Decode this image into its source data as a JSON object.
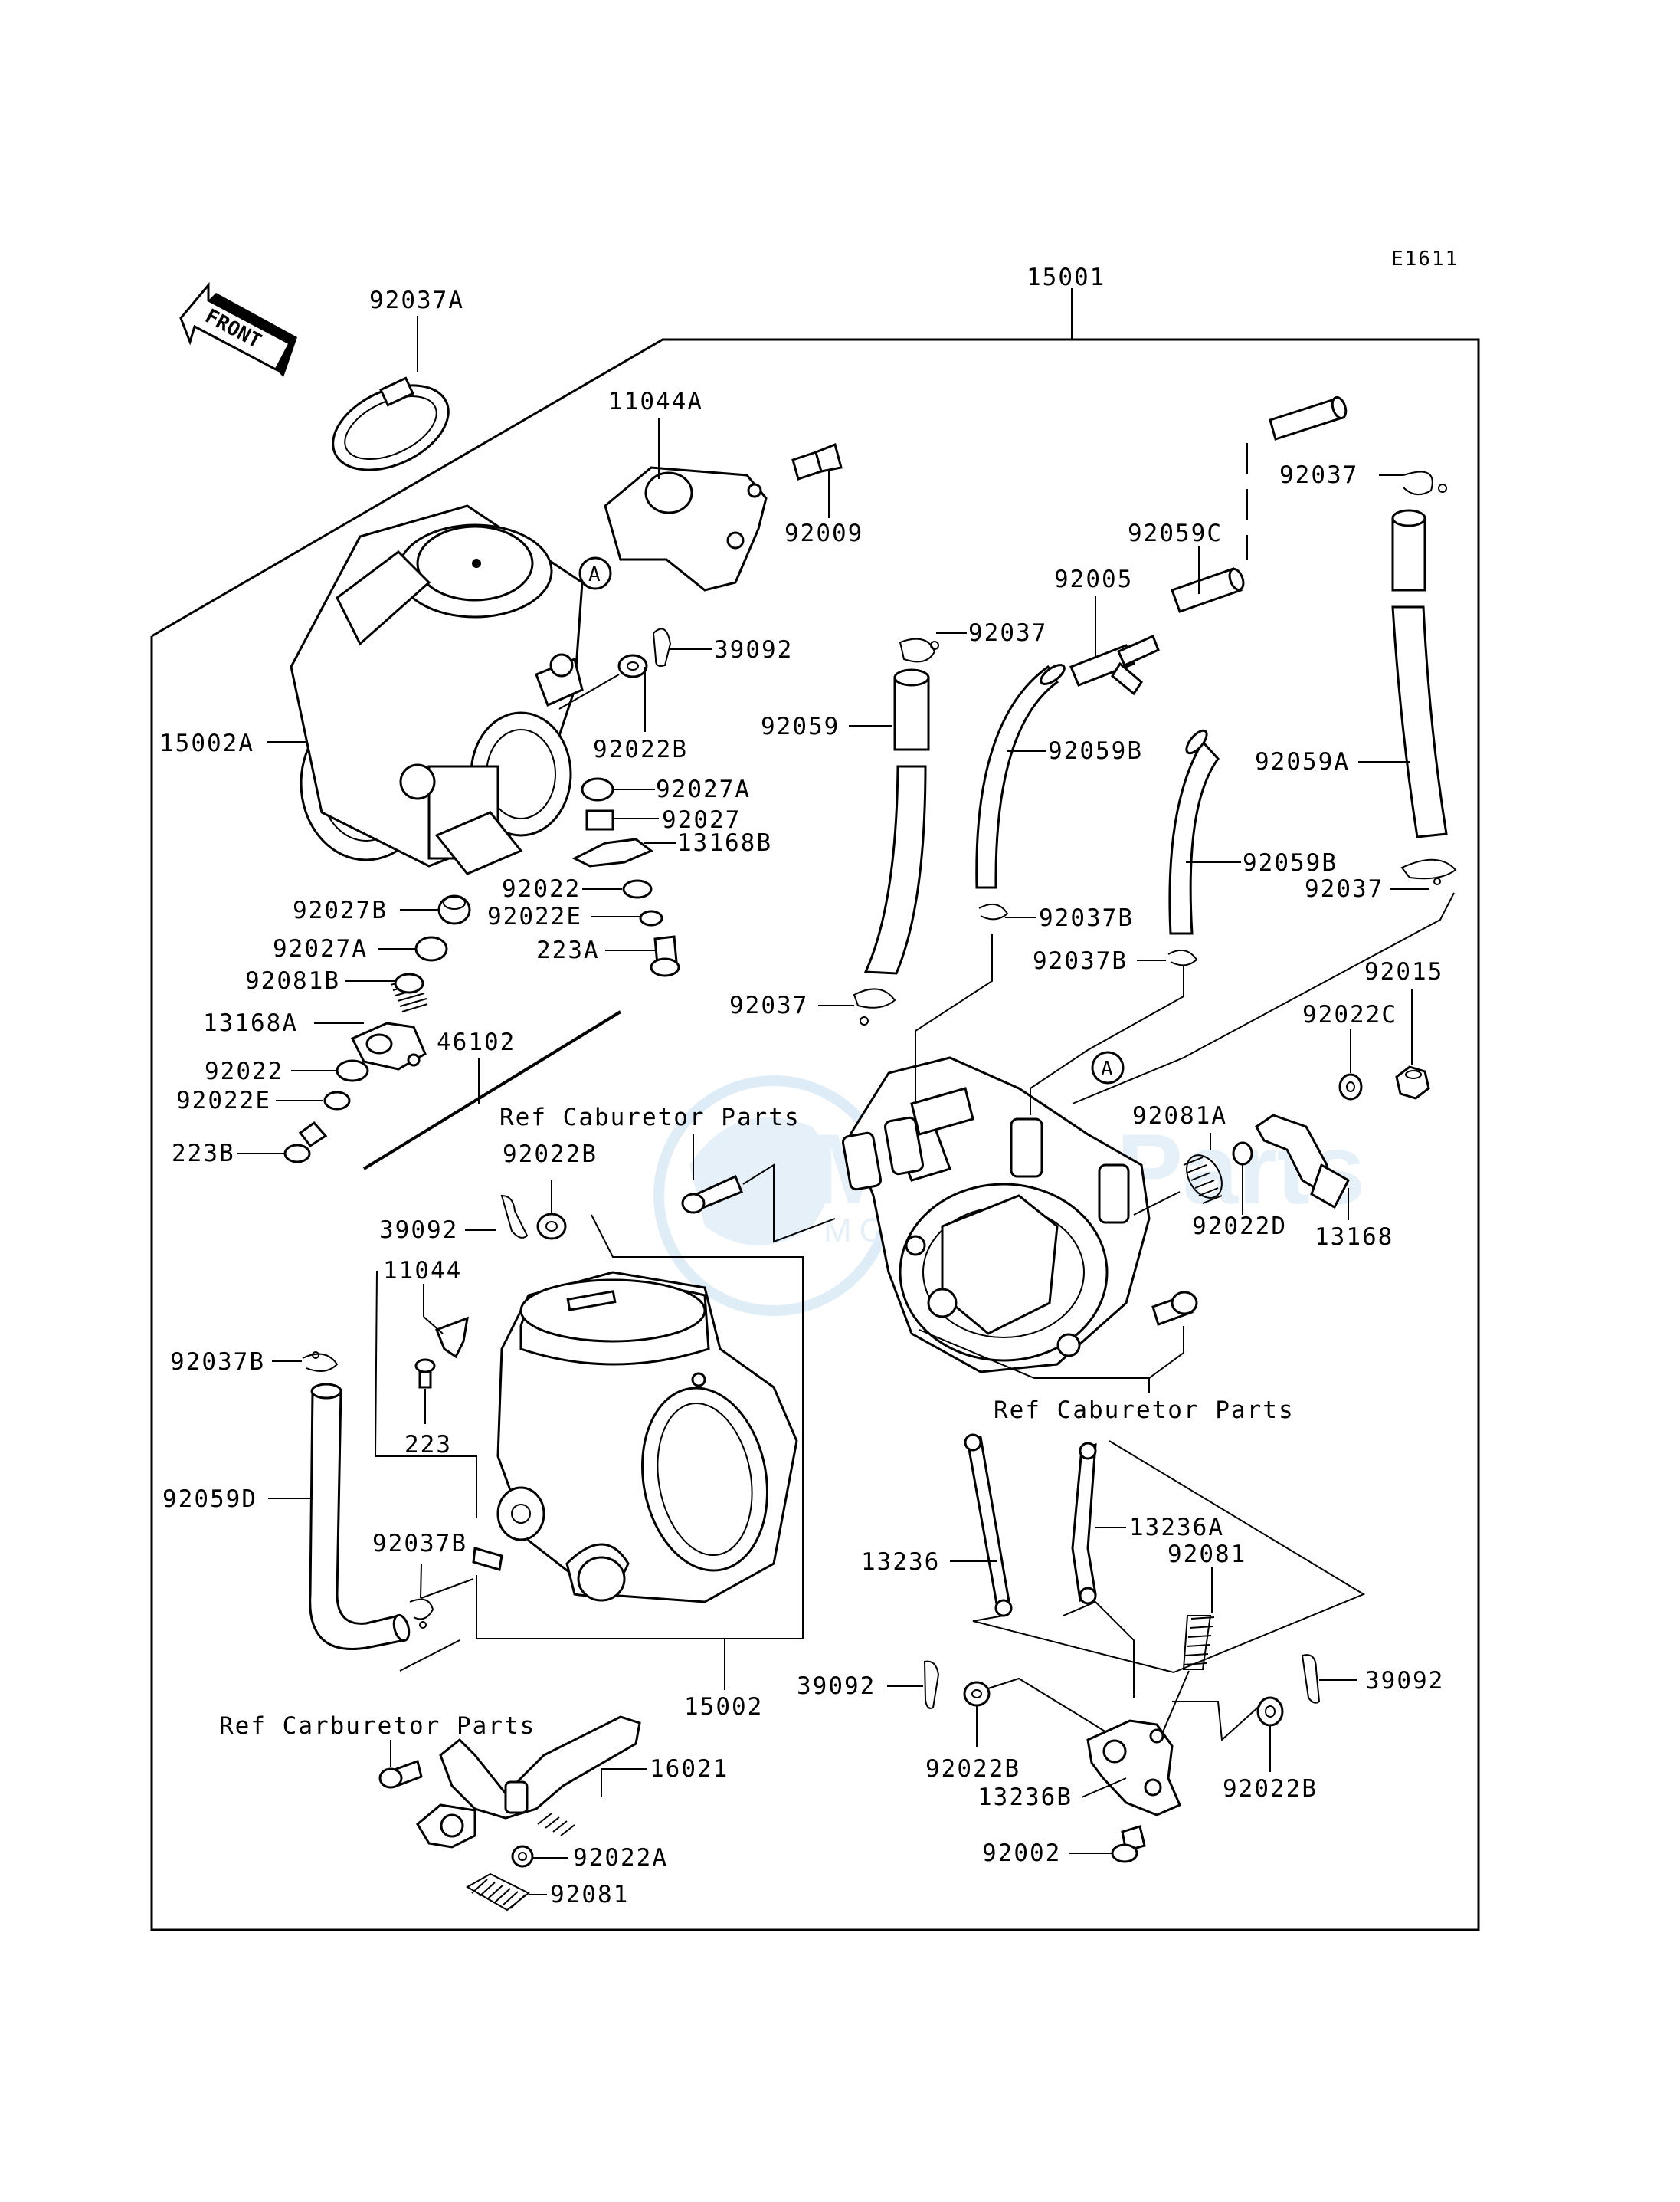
{
  "diagram": {
    "code": "E1611",
    "front_label": "FRONT",
    "ref_marker": "A",
    "watermark": {
      "title": "Motor Parts",
      "subtitle": "MOTOR PARTS"
    },
    "labels": {
      "p15001": "15001",
      "p92037A": "92037A",
      "p11044A": "11044A",
      "p92009": "92009",
      "p92037_top": "92037",
      "p92059C": "92059C",
      "p92005": "92005",
      "p92037_mid": "92037",
      "p39092_top": "39092",
      "p92022B_top": "92022B",
      "p15002A": "15002A",
      "p92059": "92059",
      "p92059B_top": "92059B",
      "p92059A": "92059A",
      "p92027A_top": "92027A",
      "p92027": "92027",
      "p13168B": "13168B",
      "p92059B_low": "92059B",
      "p92037_right": "92037",
      "p92022": "92022",
      "p92027B": "92027B",
      "p92022E": "92022E",
      "p92037B_a": "92037B",
      "p92027A_low": "92027A",
      "p223A": "223A",
      "p92037B_b": "92037B",
      "p92081B": "92081B",
      "p92015": "92015",
      "p92037_left": "92037",
      "p92022C": "92022C",
      "p13168A": "13168A",
      "p46102": "46102",
      "p92022_low": "92022",
      "p92022E_low": "92022E",
      "ref_cab1": "Ref Caburetor Parts",
      "p92081A": "92081A",
      "p223B": "223B",
      "p92022B_mid": "92022B",
      "p92022D": "92022D",
      "p39092_mid": "39092",
      "p13168": "13168",
      "p11044": "11044",
      "p92037B_c": "92037B",
      "ref_cab2": "Ref Caburetor Parts",
      "p223": "223",
      "p92059D": "92059D",
      "p13236A": "13236A",
      "p92037B_d": "92037B",
      "p92081_mid": "92081",
      "p13236": "13236",
      "p15002": "15002",
      "p39092_left": "39092",
      "p39092_right": "39092",
      "ref_carb": "Ref Carburetor Parts",
      "p92022B_l": "92022B",
      "p92022B_r": "92022B",
      "p16021": "16021",
      "p13236B": "13236B",
      "p92022A": "92022A",
      "p92002": "92002",
      "p92081_low": "92081"
    }
  }
}
